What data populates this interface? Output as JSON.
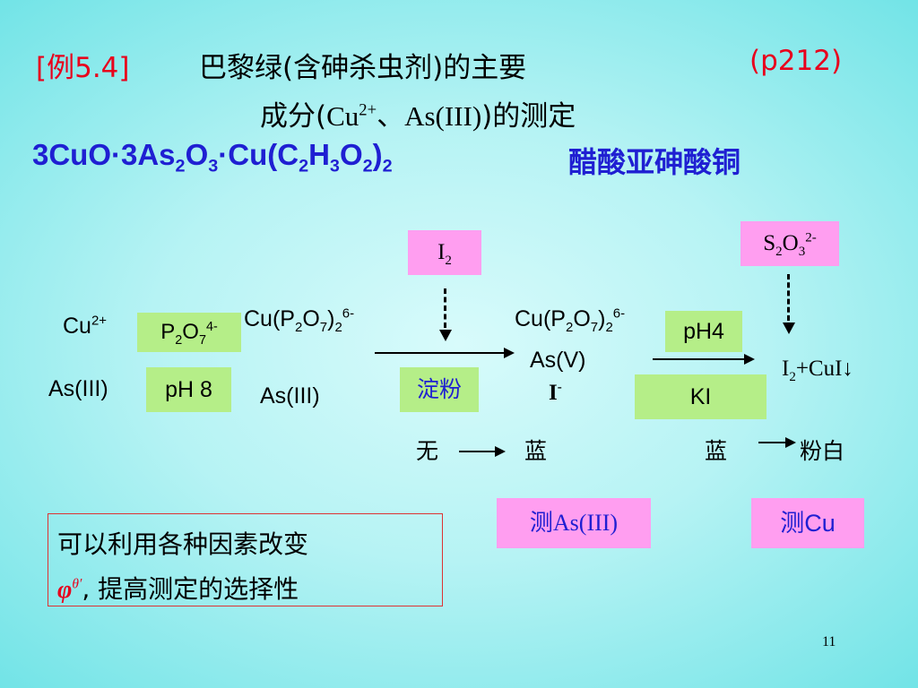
{
  "title": {
    "example_tag": "[例5.4]",
    "line1": "巴黎绿(含砷杀虫剂)的主要",
    "page_ref": "(p212)",
    "line2_prefix": "成分(",
    "line2_cu": "Cu",
    "line2_cu_charge": "2+",
    "line2_sep": "、",
    "line2_as": "As(III)",
    "line2_suffix": ")的测定"
  },
  "formula": {
    "p1": "3CuO·3As",
    "s1": "2",
    "p2": "O",
    "s2": "3",
    "p3": "·Cu(C",
    "s3": "2",
    "p4": "H",
    "s4": "3",
    "p5": "O",
    "s5": "2",
    "p6": ")",
    "s6": "2",
    "name": "醋酸亚砷酸铜"
  },
  "scheme": {
    "i2_box": {
      "base": "I",
      "sub": "2"
    },
    "s2o3_box": {
      "a": "S",
      "as": "2",
      "b": "O",
      "bs": "3",
      "charge": "2-"
    },
    "cu_ion": {
      "base": "Cu",
      "sup": "2+"
    },
    "as3_left": "As(III)",
    "p2o7_box": {
      "a": "P",
      "as": "2",
      "b": "O",
      "bs": "7",
      "charge": "4-"
    },
    "ph8_box": "pH 8",
    "complex1": {
      "a": "Cu(P",
      "as": "2",
      "b": "O",
      "bs": "7",
      "c": ")",
      "cs": "2",
      "charge": "6-"
    },
    "as3_mid": "As(III)",
    "starch_box": "淀粉",
    "complex2": {
      "a": "Cu(P",
      "as": "2",
      "b": "O",
      "bs": "7",
      "c": ")",
      "cs": "2",
      "charge": "6-"
    },
    "as5": "As(V)",
    "iodide": {
      "base": "I",
      "sup": "-"
    },
    "ph4_box": "pH4",
    "ki_box": "KI",
    "product": {
      "a": "I",
      "as": "2",
      "b": "+CuI↓"
    },
    "color_none": "无",
    "color_blue1": "蓝",
    "color_blue2": "蓝",
    "color_pinkwhite": "粉白",
    "measure_as": {
      "prefix": "测",
      "text": "As(III)"
    },
    "measure_cu": {
      "prefix": "测",
      "text": "Cu"
    }
  },
  "note": {
    "line1": "可以利用各种因素改变",
    "phi": "φ",
    "phi_sup": "θ′",
    "line2_rest": ", 提高测定的选择性"
  },
  "page_number": "11",
  "colors": {
    "title_red": "#e8001c",
    "formula_blue": "#1f1fd2",
    "pink_box": "#ff9ef0",
    "green_box": "#b5ee88"
  }
}
